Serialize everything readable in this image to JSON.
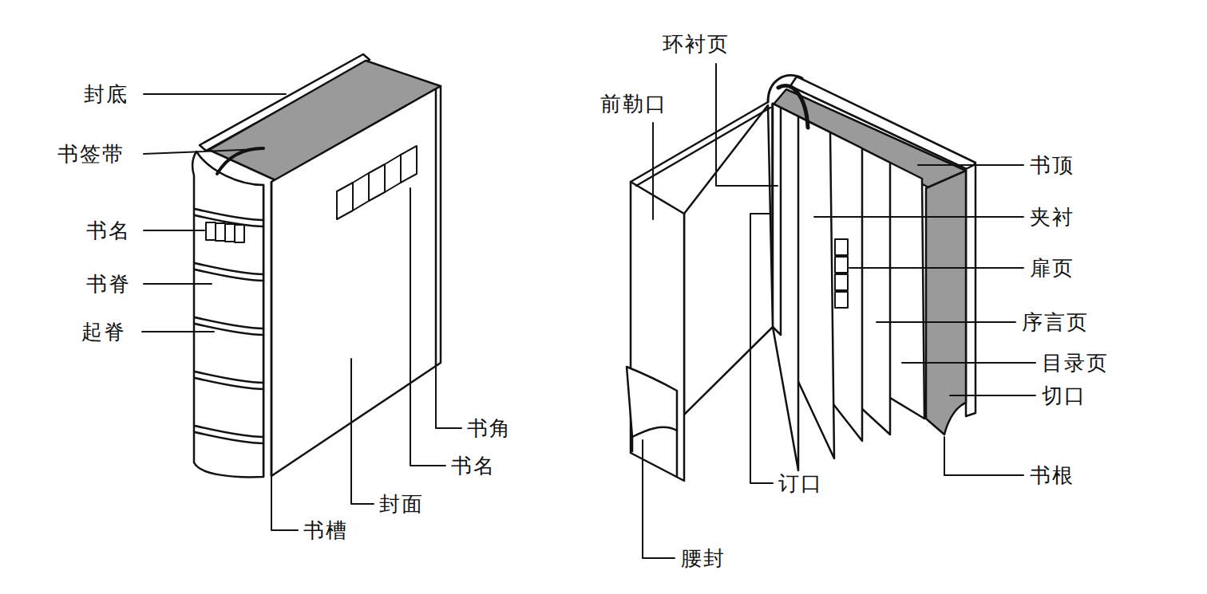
{
  "diagram": {
    "labels": [
      "封底",
      "书签带",
      "书名",
      "书脊",
      "起脊",
      "书角",
      "书名",
      "封面",
      "书槽",
      "环衬页",
      "前勒口",
      "书顶",
      "夹衬",
      "扉页",
      "序言页",
      "目录页",
      "切口",
      "订口",
      "书根",
      "腰封"
    ]
  }
}
